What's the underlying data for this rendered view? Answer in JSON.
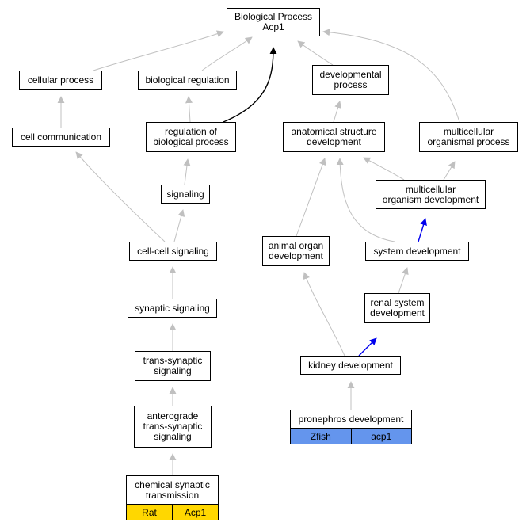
{
  "colors": {
    "default_edge": "#c0c0c0",
    "root_edge": "#000000",
    "highlight_edge": "#0000ee",
    "rat_annotation": "#ffd700",
    "zfish_annotation": "#6495ed"
  },
  "nodes": [
    {
      "id": "root",
      "label": "Biological Process\nAcp1"
    },
    {
      "id": "cellular_process",
      "label": "cellular process"
    },
    {
      "id": "biological_regulation",
      "label": "biological regulation"
    },
    {
      "id": "developmental_process",
      "label": "developmental\nprocess"
    },
    {
      "id": "cell_communication",
      "label": "cell communication"
    },
    {
      "id": "regulation_of_biological_process",
      "label": "regulation of\nbiological process"
    },
    {
      "id": "anatomical_structure_development",
      "label": "anatomical structure\ndevelopment"
    },
    {
      "id": "multicellular_organismal_process",
      "label": "multicellular\norganismal process"
    },
    {
      "id": "signaling",
      "label": "signaling"
    },
    {
      "id": "multicellular_organism_development",
      "label": "multicellular\norganism development"
    },
    {
      "id": "cell_cell_signaling",
      "label": "cell-cell signaling"
    },
    {
      "id": "animal_organ_development",
      "label": "animal organ\ndevelopment"
    },
    {
      "id": "system_development",
      "label": "system development"
    },
    {
      "id": "synaptic_signaling",
      "label": "synaptic signaling"
    },
    {
      "id": "renal_system_development",
      "label": "renal system\ndevelopment"
    },
    {
      "id": "trans_synaptic_signaling",
      "label": "trans-synaptic\nsignaling"
    },
    {
      "id": "kidney_development",
      "label": "kidney development"
    },
    {
      "id": "anterograde_trans_synaptic_signaling",
      "label": "anterograde\ntrans-synaptic\nsignaling"
    },
    {
      "id": "pronephros_development",
      "label": "pronephros development"
    },
    {
      "id": "chemical_synaptic_transmission",
      "label": "chemical synaptic\ntransmission"
    }
  ],
  "annotations": [
    {
      "node": "chemical_synaptic_transmission",
      "species": "Rat",
      "gene": "Acp1",
      "color": "#ffd700"
    },
    {
      "node": "pronephros_development",
      "species": "Zfish",
      "gene": "acp1",
      "color": "#6495ed"
    }
  ],
  "edges": [
    {
      "from": "cellular_process",
      "to": "root",
      "style": "default"
    },
    {
      "from": "biological_regulation",
      "to": "root",
      "style": "default"
    },
    {
      "from": "developmental_process",
      "to": "root",
      "style": "default"
    },
    {
      "from": "multicellular_organismal_process",
      "to": "root",
      "style": "default"
    },
    {
      "from": "regulation_of_biological_process",
      "to": "root",
      "style": "root"
    },
    {
      "from": "cell_communication",
      "to": "cellular_process",
      "style": "default"
    },
    {
      "from": "regulation_of_biological_process",
      "to": "biological_regulation",
      "style": "default"
    },
    {
      "from": "anatomical_structure_development",
      "to": "developmental_process",
      "style": "default"
    },
    {
      "from": "cell_cell_signaling",
      "to": "cell_communication",
      "style": "default"
    },
    {
      "from": "signaling",
      "to": "regulation_of_biological_process",
      "style": "default"
    },
    {
      "from": "multicellular_organism_development",
      "to": "anatomical_structure_development",
      "style": "default"
    },
    {
      "from": "multicellular_organism_development",
      "to": "multicellular_organismal_process",
      "style": "default"
    },
    {
      "from": "system_development",
      "to": "anatomical_structure_development",
      "style": "default"
    },
    {
      "from": "animal_organ_development",
      "to": "anatomical_structure_development",
      "style": "default"
    },
    {
      "from": "cell_cell_signaling",
      "to": "signaling",
      "style": "default"
    },
    {
      "from": "system_development",
      "to": "multicellular_organism_development",
      "style": "highlight"
    },
    {
      "from": "synaptic_signaling",
      "to": "cell_cell_signaling",
      "style": "default"
    },
    {
      "from": "renal_system_development",
      "to": "system_development",
      "style": "default"
    },
    {
      "from": "kidney_development",
      "to": "animal_organ_development",
      "style": "default"
    },
    {
      "from": "trans_synaptic_signaling",
      "to": "synaptic_signaling",
      "style": "default"
    },
    {
      "from": "kidney_development",
      "to": "renal_system_development",
      "style": "highlight"
    },
    {
      "from": "anterograde_trans_synaptic_signaling",
      "to": "trans_synaptic_signaling",
      "style": "default"
    },
    {
      "from": "pronephros_development",
      "to": "kidney_development",
      "style": "default"
    },
    {
      "from": "chemical_synaptic_transmission",
      "to": "anterograde_trans_synaptic_signaling",
      "style": "default"
    }
  ]
}
